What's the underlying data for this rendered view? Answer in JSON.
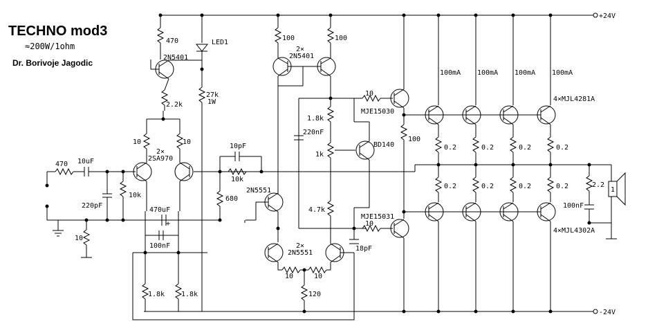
{
  "header": {
    "title": "TECHNO mod3",
    "power": "≈200W/1ohm",
    "author": "Dr. Borivoje Jagodic"
  },
  "rails": {
    "pos": "+24V",
    "neg": "-24V"
  },
  "input_stage": {
    "r_in": "470",
    "c_in": "10uF",
    "c_filter": "220pF",
    "r_bias": "10k",
    "r_gnd": "10",
    "r_e1": "10",
    "r_e2": "10",
    "pair_count": "2×",
    "pair_type": "2SA970",
    "r_fb": "680",
    "c_fb": "470uF",
    "c_fb_pol": "+",
    "c_bypass": "100nF",
    "r_tail1": "1.8k",
    "r_tail2": "1.8k"
  },
  "ccs": {
    "r_top": "470",
    "transistor": "2N5401",
    "r_mid": "2.2k",
    "led": "LED1",
    "r_led": "27k",
    "r_led_power": "1W"
  },
  "vas": {
    "r1": "100",
    "r2": "100",
    "mirror_count": "2×",
    "mirror_type": "2N5401",
    "c_comp": "10pF",
    "r_comp": "10k",
    "q_lower": "2N5551",
    "lower_pair_count": "2×",
    "lower_pair_type": "2N5551",
    "r_l1": "10",
    "r_l2": "10",
    "r_tail": "120",
    "c_miller": "18pF"
  },
  "bias": {
    "r_top": "1.8k",
    "pot": "1k",
    "r_bot": "4.7k",
    "cap": "220nF",
    "transistor": "BD140"
  },
  "drivers": {
    "top_r": "10",
    "top_type": "MJE15030",
    "bot_r": "10",
    "bot_type": "MJE15031",
    "r_link": "100"
  },
  "output": {
    "currents": [
      "100mA",
      "100mA",
      "100mA",
      "100mA"
    ],
    "npn_label": "4×MJL4281A",
    "pnp_label": "4×MJL4302A",
    "emitter_top": [
      "0.2",
      "0.2",
      "0.2",
      "0.2"
    ],
    "emitter_bot": [
      "0.2",
      "0.2",
      "0.2",
      "0.2"
    ]
  },
  "zobel": {
    "r": "2.2",
    "c": "100nF"
  },
  "speaker": {
    "label": "1"
  }
}
